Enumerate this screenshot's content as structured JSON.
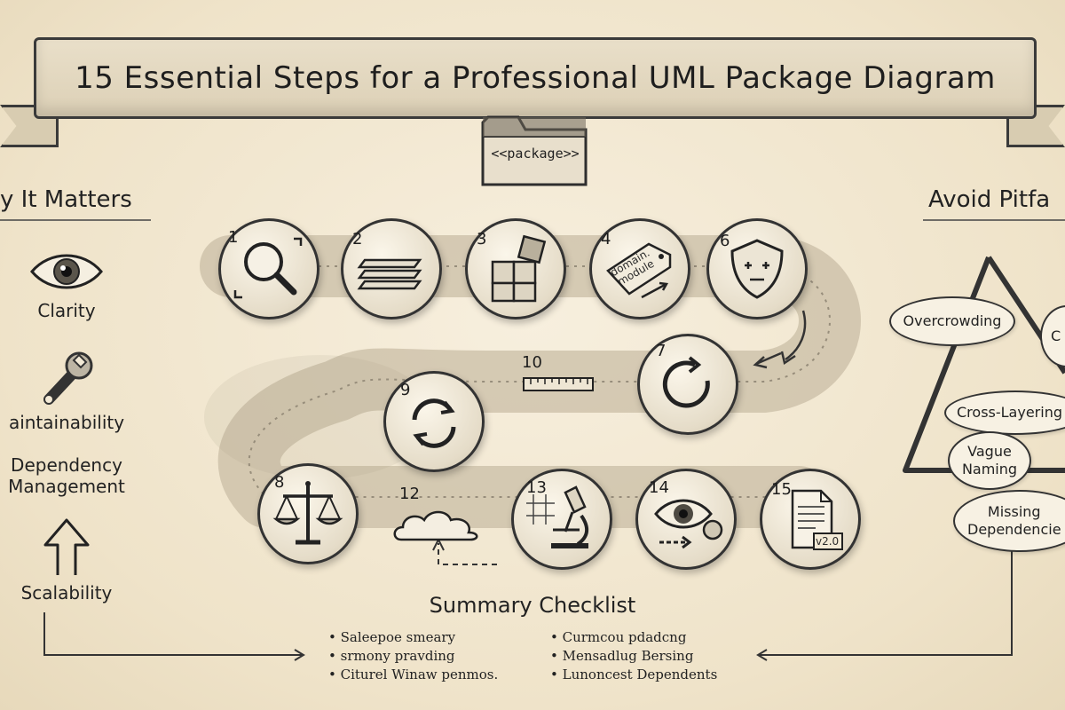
{
  "title": "15 Essential Steps for a Professional UML Package Diagram",
  "folder_label": "<<package>>",
  "left_heading": "y It Matters",
  "right_heading": "Avoid Pitfa",
  "benefits": [
    {
      "label": "Clarity",
      "icon": "eye-icon"
    },
    {
      "label": "aintainability",
      "icon": "wrench-icon"
    },
    {
      "label": "Dependency\nManagement",
      "icon": "none"
    },
    {
      "label": "Scalability",
      "icon": "up-arrow-icon"
    }
  ],
  "steps": [
    {
      "num": "1",
      "icon": "magnifier-icon"
    },
    {
      "num": "2",
      "icon": "layers-icon"
    },
    {
      "num": "3",
      "icon": "puzzle-icon"
    },
    {
      "num": "4",
      "icon": "tag-icon",
      "tag_text": "domain.\nmodule"
    },
    {
      "num": "6",
      "icon": "shield-icon"
    },
    {
      "num": "7",
      "icon": "refresh-icon"
    },
    {
      "num": "9",
      "icon": "cycle-icon"
    },
    {
      "num": "8",
      "icon": "scale-icon"
    },
    {
      "num": "13",
      "icon": "microscope-icon"
    },
    {
      "num": "14",
      "icon": "eye-arrow-icon"
    },
    {
      "num": "15",
      "icon": "document-icon",
      "doc_text": "v2.0"
    }
  ],
  "free_steps": [
    {
      "num": "10",
      "icon": "ruler-icon"
    },
    {
      "num": "12",
      "icon": "cloud-icon"
    }
  ],
  "pitfalls": [
    "Overcrowding",
    "Cross-Layering",
    "Vague\nNaming",
    "Missing\nDependencie",
    "C"
  ],
  "summary_title": "Summary Checklist",
  "checklist_left": [
    "Saleepoe smeary",
    "srmony pravding",
    "Citurel Winaw penmos."
  ],
  "checklist_right": [
    "Curmcou pdadcng",
    "Mensadlug Bersing",
    "Lunoncest Dependents"
  ]
}
